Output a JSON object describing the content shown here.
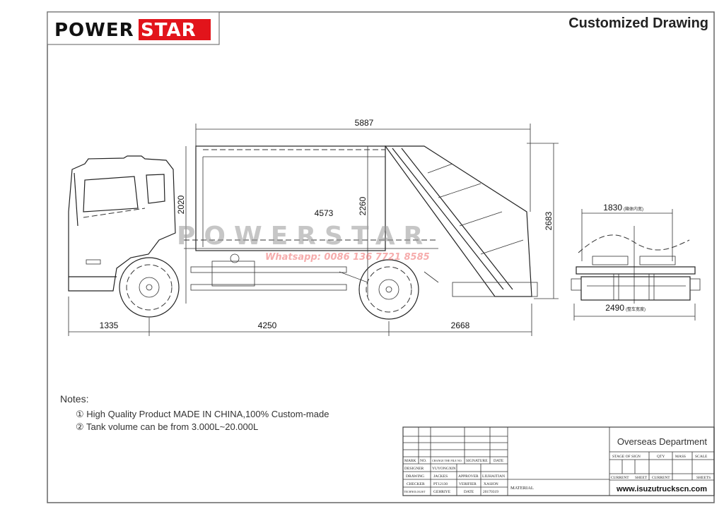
{
  "header": {
    "logo": {
      "part1": "POWER",
      "part2": "STAR",
      "part1_color": "#111111",
      "part2_color": "#ffffff",
      "part2_bg": "#e2141b"
    },
    "title": "Customized Drawing"
  },
  "watermark": {
    "logo": "POWERSTAR",
    "phone": "Whatsapp: 0086 136 7721 8585",
    "phone_color": "#f06a6a"
  },
  "dimensions": {
    "overall_body": "5887",
    "body_length": "4573",
    "cab_height": "2020",
    "body_height": "2260",
    "overall_height": "2683",
    "front_overhang": "1335",
    "wheelbase": "4250",
    "rear_overhang": "2668",
    "inner_width": "1830",
    "inner_width_note": "(箱体内宽)",
    "overall_width": "2490",
    "overall_width_note": "(整车宽度)"
  },
  "notes": {
    "heading": "Notes:",
    "items": [
      "① High Quality Product MADE IN CHINA,100% Custom-made",
      "② Tank volume can be from 3.000L~20.000L"
    ]
  },
  "title_block": {
    "header_row": [
      "MARK",
      "NO.",
      "CHANGE THE FILE NO.",
      "SIGNATURE",
      "DATE"
    ],
    "designer_label": "DESIGNER",
    "designer": "YUYONGXIN",
    "drawing_label": "DRAWING",
    "drawing": "JACKES",
    "approver_label": "APPROVER",
    "approver": "LIUHAITIAN",
    "checker_label": "CHECKER",
    "checker": "PT12130",
    "verifier_label": "VERIFIER",
    "verifier": "XASION",
    "technologist_label": "TECHNOLOGIST",
    "technologist": "GEHRIYE",
    "date_label": "DATE",
    "date": "20170319",
    "material_label": "MATERIAL",
    "department": "Overseas Department",
    "stage_label": "STAGE OF SIGN",
    "qty_label": "QTY",
    "mass_label": "MASS",
    "scale_label": "SCALE",
    "current1": "CURRENT",
    "sheet": "SHEET",
    "current2": "CURRENT",
    "sheets": "SHEETS",
    "website": "www.isuzutruckscn.com"
  }
}
